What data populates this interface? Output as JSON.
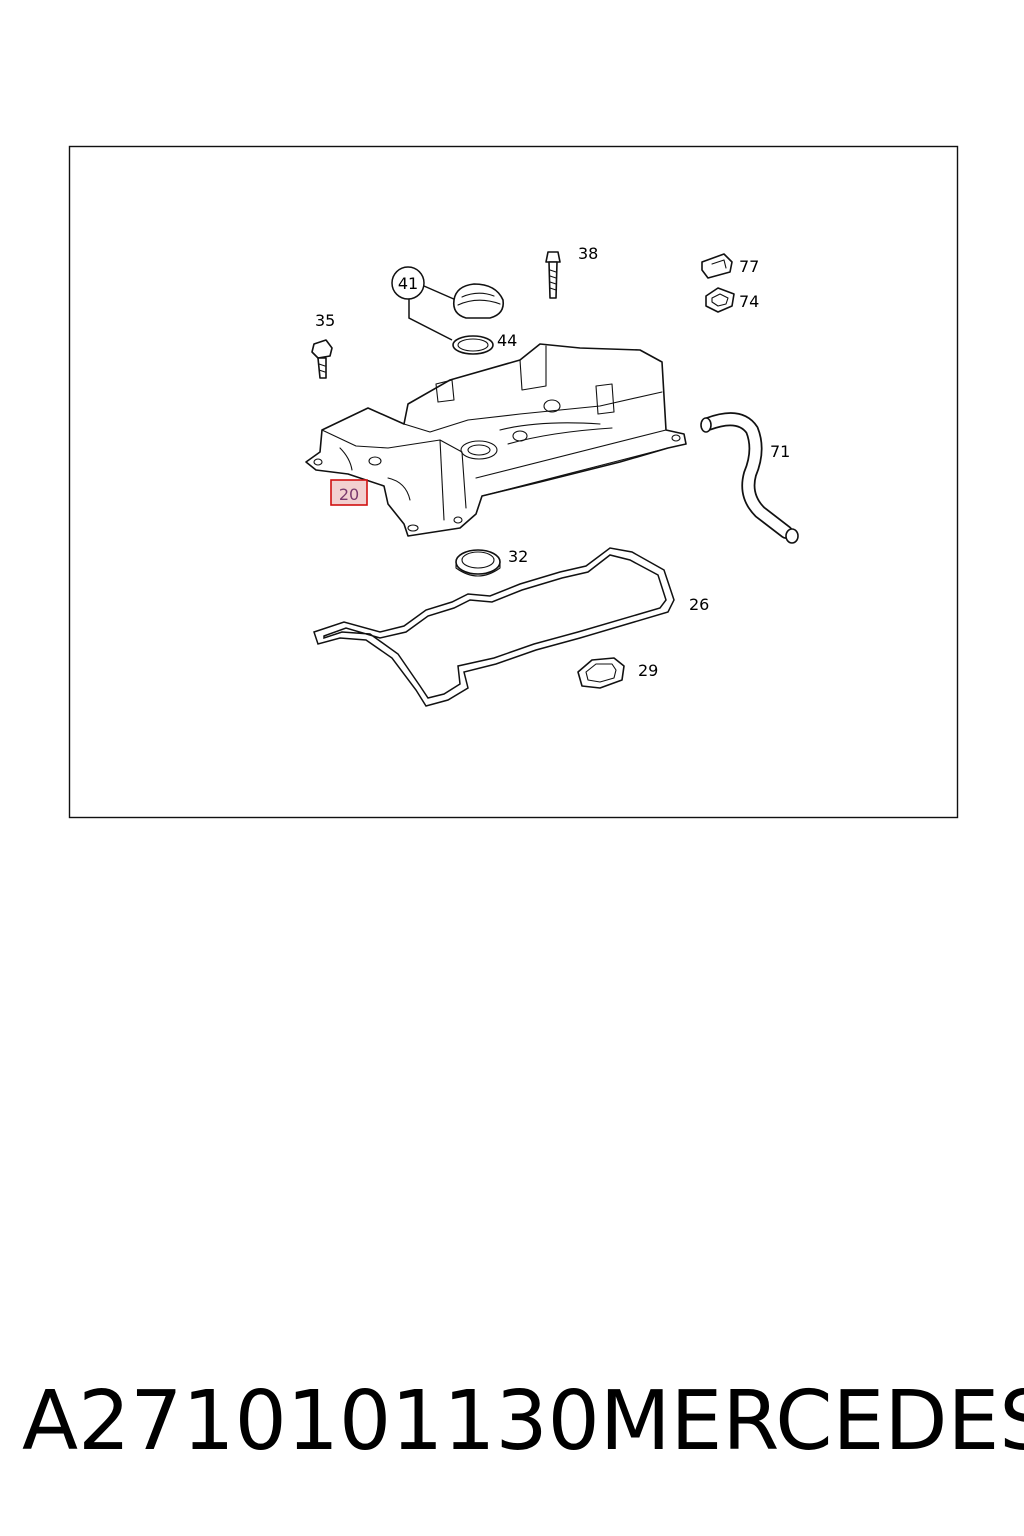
{
  "diagram": {
    "callouts": [
      "41",
      "38",
      "77",
      "74",
      "35",
      "44",
      "71",
      "20",
      "32",
      "26",
      "29"
    ],
    "highlighted": "20"
  },
  "caption": {
    "part_number": "A2710101130",
    "brand": "MERCEDES"
  }
}
